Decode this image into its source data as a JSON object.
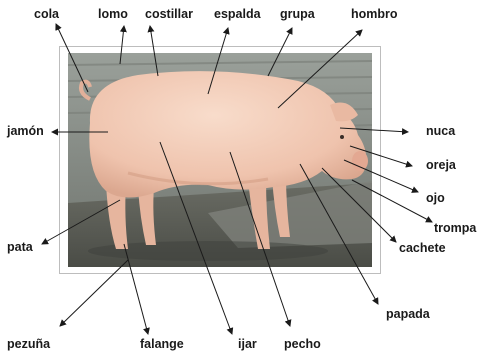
{
  "diagram": {
    "subject": "pig anatomy",
    "labels": {
      "cola": "cola",
      "lomo": "lomo",
      "costillar": "costillar",
      "espalda": "espalda",
      "grupa": "grupa",
      "hombro": "hombro",
      "jamon": "jamón",
      "nuca": "nuca",
      "oreja": "oreja",
      "ojo": "ojo",
      "trompa": "trompa",
      "cachete": "cachete",
      "pata": "pata",
      "papada": "papada",
      "pezuna": "pezuña",
      "falange": "falange",
      "ijar": "ijar",
      "pecho": "pecho"
    },
    "colors": {
      "pig_skin": "#f2c9b4",
      "pig_shadow": "#d9a991",
      "wall": "#8a8f88",
      "ground": "#5c5f58",
      "arrow": "#1a1a1a"
    }
  }
}
